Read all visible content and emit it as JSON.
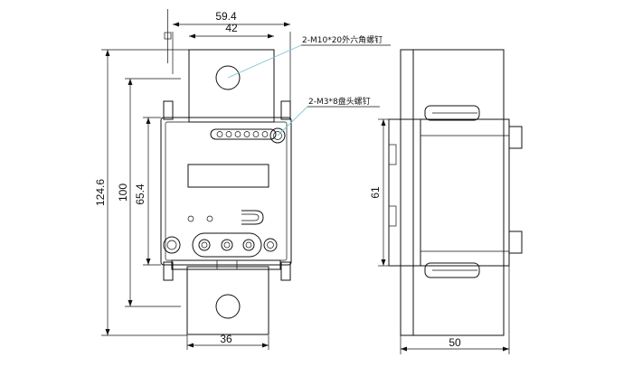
{
  "dimensions": {
    "width_outer": "59.4",
    "width_inner": "42",
    "width_bottom": "36",
    "height_total": "124.6",
    "height_body": "100",
    "height_mid": "65.4",
    "side_height": "61",
    "side_depth": "50"
  },
  "callouts": {
    "hex_screw": "2-M10*20外六角螺钉",
    "pan_screw": "2-M3*8盘头螺钉"
  }
}
